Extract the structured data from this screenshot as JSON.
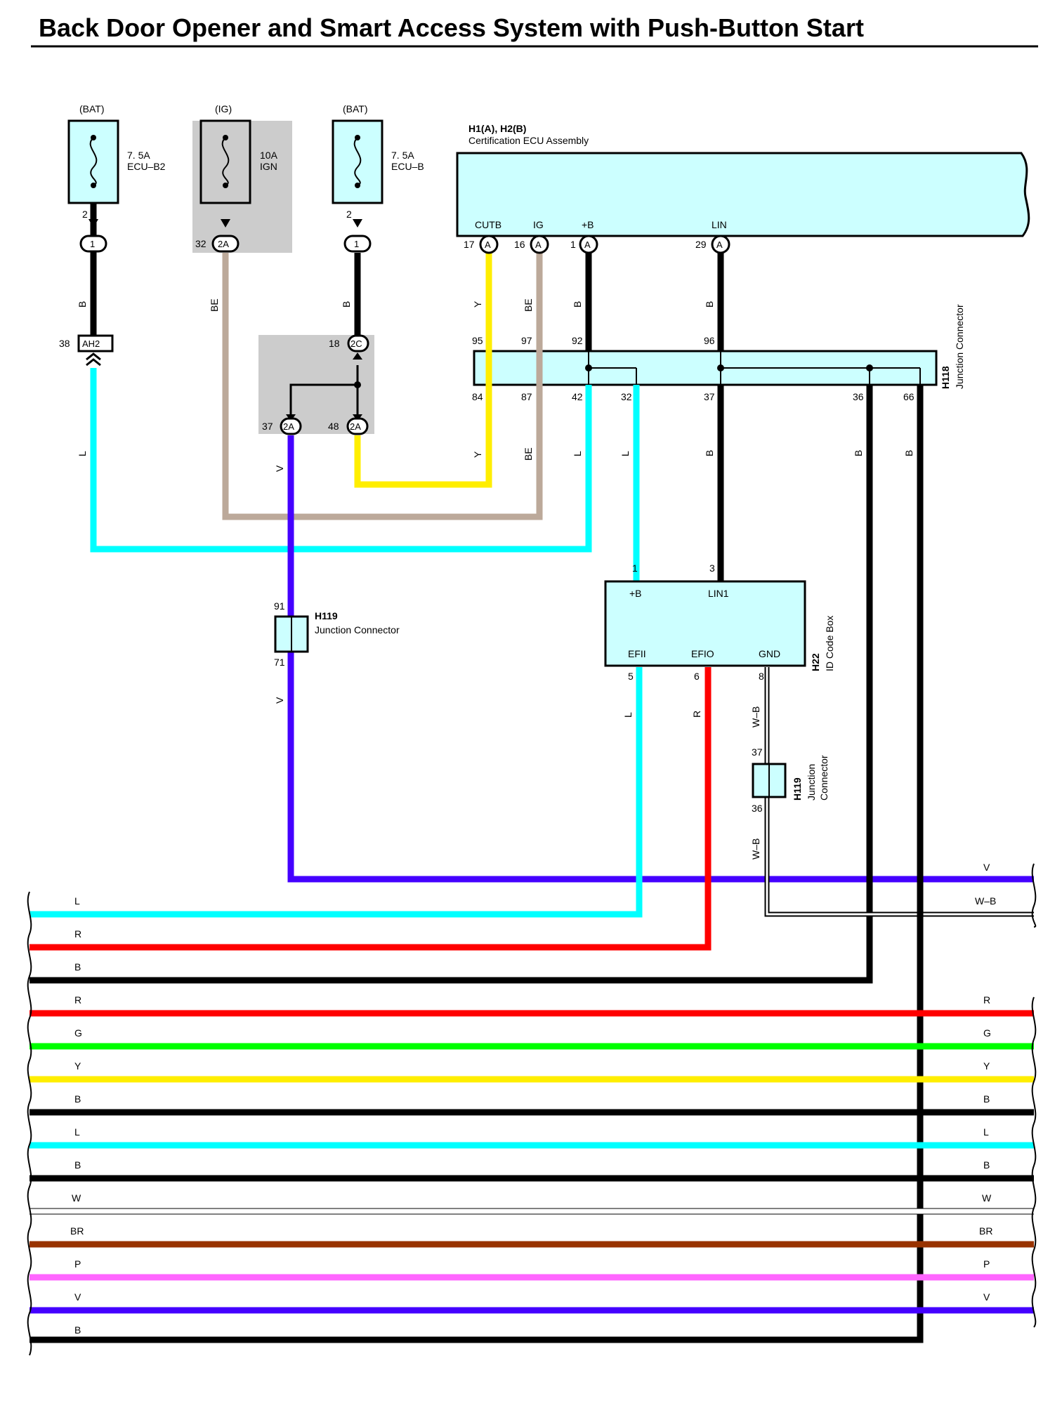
{
  "title": "Back Door Opener and Smart Access System with Push-Button Start",
  "fuses": [
    {
      "source": "(BAT)",
      "rating": "7. 5A",
      "name": "ECU–B2",
      "pin": "2",
      "conn": "1"
    },
    {
      "source": "(IG)",
      "rating": "10A",
      "name": "IGN",
      "pin": "32",
      "conn": "2A"
    },
    {
      "source": "(BAT)",
      "rating": "7. 5A",
      "name": "ECU–B",
      "pin": "2",
      "conn": "1"
    }
  ],
  "ecu": {
    "id": "H1(A), H2(B)",
    "name": "Certification ECU Assembly",
    "terminals": [
      {
        "label": "CUTB",
        "pin": "17",
        "conn": "A"
      },
      {
        "label": "IG",
        "pin": "16",
        "conn": "A"
      },
      {
        "label": "+B",
        "pin": "1",
        "conn": "A"
      },
      {
        "label": "LIN",
        "pin": "29",
        "conn": "A"
      }
    ]
  },
  "h118": {
    "id": "H118",
    "name": "Junction Connector",
    "top_pins": [
      "95",
      "97",
      "92",
      "96"
    ],
    "bottom_pins": [
      "84",
      "87",
      "42",
      "32",
      "37",
      "36",
      "66"
    ]
  },
  "ah2": {
    "pin": "38",
    "label": "AH2"
  },
  "splice": {
    "pin_top": "18",
    "conn_top": "2C",
    "pin_left": "37",
    "conn_left": "2A",
    "pin_right": "48",
    "conn_right": "2A"
  },
  "h119_a": {
    "id": "H119",
    "name": "Junction Connector",
    "pin_top": "91",
    "pin_bottom": "71"
  },
  "h119_b": {
    "id": "H119",
    "name": "Junction",
    "name2": "Connector",
    "pin_top": "37",
    "pin_bottom": "36"
  },
  "h22": {
    "id": "H22",
    "name": "ID Code Box",
    "top": [
      {
        "label": "+B",
        "pin": "1"
      },
      {
        "label": "LIN1",
        "pin": "3"
      }
    ],
    "bottom": [
      {
        "label": "EFII",
        "pin": "5"
      },
      {
        "label": "EFIO",
        "pin": "6"
      },
      {
        "label": "GND",
        "pin": "8"
      }
    ]
  },
  "wire_labels": {
    "b": "B",
    "be": "BE",
    "l": "L",
    "v": "V",
    "y": "Y",
    "r": "R",
    "wb": "W–B",
    "g": "G",
    "w": "W",
    "br": "BR",
    "p": "P"
  },
  "bus_left": [
    "L",
    "R",
    "B",
    "R",
    "G",
    "Y",
    "B",
    "L",
    "B",
    "W",
    "BR",
    "P",
    "V",
    "B"
  ],
  "bus_right": [
    "V",
    "W–B",
    "R",
    "G",
    "Y",
    "B",
    "L",
    "B",
    "W",
    "BR",
    "P",
    "V"
  ],
  "colors": {
    "L": "#00ffff",
    "R": "#ff0000",
    "B": "#000000",
    "G": "#00ff00",
    "Y": "#ffee00",
    "W": "#ffffff",
    "BR": "#993300",
    "P": "#ff66ff",
    "V": "#4400ff",
    "BE": "#bca99a",
    "box": "#ccffff",
    "shade": "#cccccc"
  }
}
